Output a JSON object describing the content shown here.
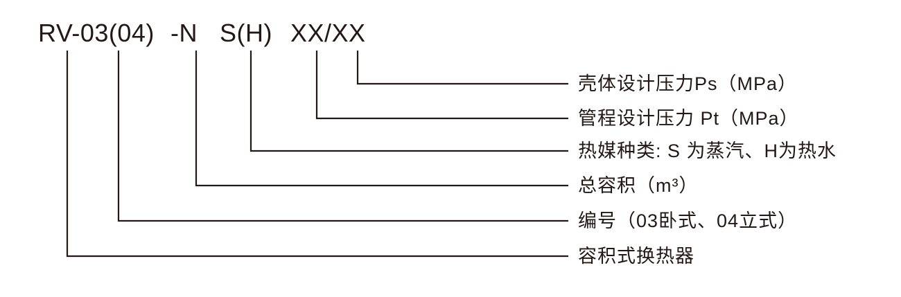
{
  "ink_color": "#231815",
  "background_color": "#ffffff",
  "model": {
    "full_code": "RV-03(04) -N S(H) XX/XX",
    "segments": [
      {
        "text": "RV-03(04)"
      },
      {
        "text": "-N"
      },
      {
        "text": "S(H)"
      },
      {
        "text": "XX/XX"
      }
    ]
  },
  "labels": [
    {
      "text": "壳体设计压力Ps（MPa）"
    },
    {
      "text": "管程设计压力 Pt（MPa）"
    },
    {
      "text": "热媒种类: S 为蒸汽、H为热水"
    },
    {
      "text": "总容积（m³）"
    },
    {
      "text": "编号（03卧式、04立式）"
    },
    {
      "text": "容积式换热器"
    }
  ]
}
